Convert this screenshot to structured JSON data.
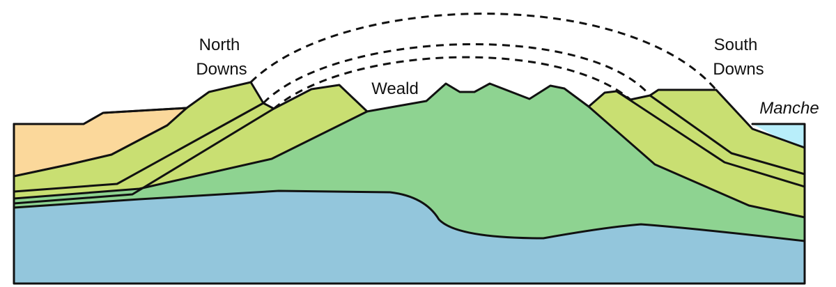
{
  "labels": {
    "north_line1": "North",
    "north_line2": "Downs",
    "weald": "Weald",
    "south_line1": "South",
    "south_line2": "Downs",
    "manche": "Manche"
  },
  "colors": {
    "background": "#ffffff",
    "outline": "#111111",
    "tertiary_orange": "#fbd89b",
    "chalk_light_green": "#c9df72",
    "weald_green": "#8ed391",
    "basement_blue": "#93c6dc",
    "sea_cyan": "#b8eefa"
  }
}
